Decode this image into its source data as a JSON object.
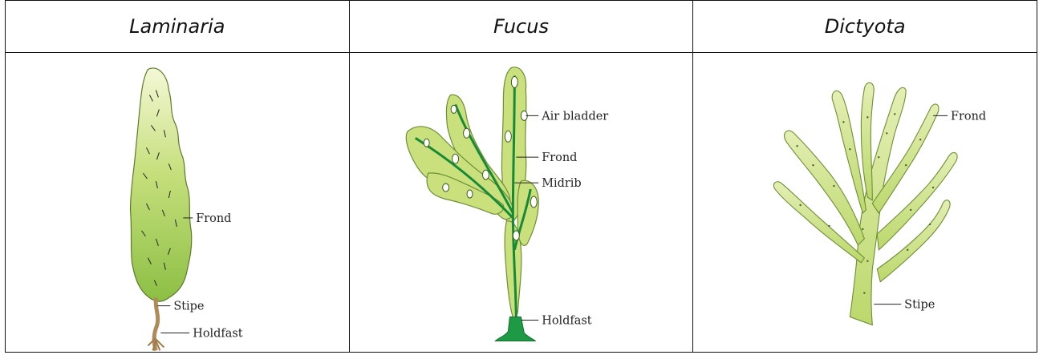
{
  "headers": [
    "Laminaria",
    "Fucus",
    "Dictyota"
  ],
  "laminaria": {
    "labels": {
      "frond": "Frond",
      "stipe": "Stipe",
      "holdfast": "Holdfast"
    }
  },
  "fucus": {
    "labels": {
      "air_bladder": "Air bladder",
      "frond": "Frond",
      "midrib": "Midrib",
      "holdfast": "Holdfast"
    }
  },
  "dictyota": {
    "labels": {
      "frond": "Frond",
      "stipe": "Stipe"
    }
  },
  "colors": {
    "frond_light": "#eef4c4",
    "frond_mid": "#c4dc78",
    "frond_dark": "#8fc048",
    "midrib": "#1a8a3a",
    "stipe": "#b89a6a",
    "border": "#111111"
  }
}
